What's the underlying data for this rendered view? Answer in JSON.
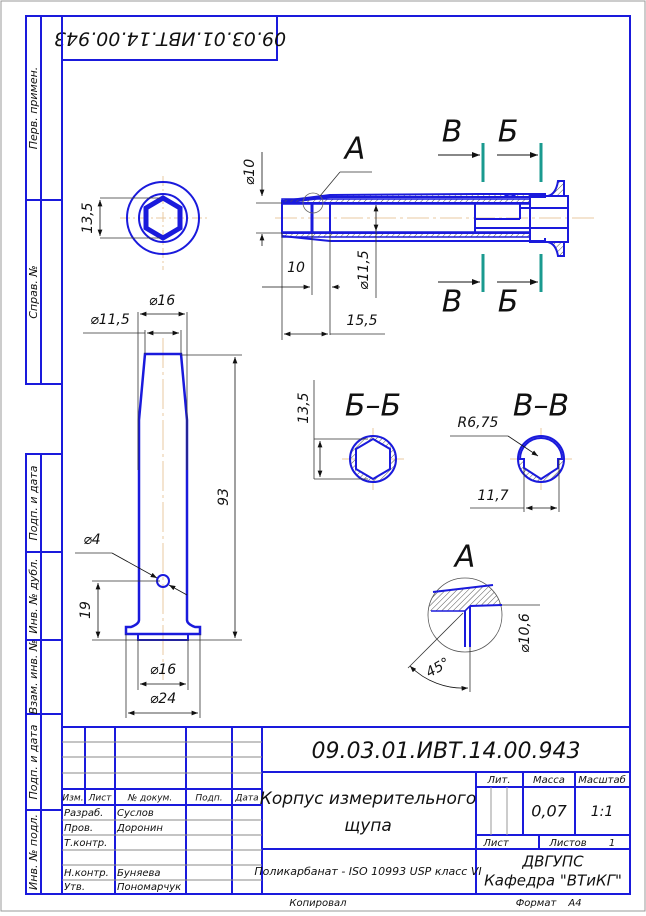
{
  "drawing": {
    "designation": "09.03.01.ИВТ.14.00.943",
    "designation_rotated": "09.03.01.ИВТ.14.00.943",
    "title_line1": "Корпус измерительного",
    "title_line2": "щупа",
    "material": "Поликарбанат - ISO 10993 USP класс VI",
    "organization_line1": "ДВГУПС",
    "organization_line2": "Кафедра \"ВТиКГ\"",
    "mass_label": "Масса",
    "mass_value": "0,07",
    "scale_label": "Масштаб",
    "scale_value": "1:1",
    "lit_label": "Лит.",
    "sheet_label": "Лист",
    "sheets_label": "Листов",
    "sheets_value": "1",
    "copied_label": "Копировал",
    "format_label": "Формат",
    "format_value": "A4"
  },
  "side_stamp": {
    "labels": [
      "Перв. примен.",
      "Справ. №",
      "Подп. и дата",
      "Инв. № дубл.",
      "Взам. инв. №",
      "Подп. и дата",
      "Инв. № подл."
    ]
  },
  "title_block": {
    "headers": [
      "Изм.",
      "Лист",
      "№ докум.",
      "Подп.",
      "Дата"
    ],
    "rows": [
      {
        "role": "Разраб.",
        "name": "Суслов"
      },
      {
        "role": "Пров.",
        "name": "Доронин"
      },
      {
        "role": "Т.контр.",
        "name": ""
      },
      {
        "role": "",
        "name": ""
      },
      {
        "role": "Н.контр.",
        "name": "Буняева"
      },
      {
        "role": "Утв.",
        "name": "Пономарчук"
      }
    ]
  },
  "views": {
    "section_marks": [
      "А",
      "В",
      "Б",
      "В",
      "Б"
    ],
    "section_bb_title": "Б–Б",
    "section_vv_title": "В–В",
    "detail_a_title": "А"
  },
  "dimensions": {
    "top_view_hex": "13,5",
    "main_d10": "⌀10",
    "main_10": "10",
    "main_d115": "⌀11,5",
    "main_155": "15,5",
    "front_d16_top": "⌀16",
    "front_d115": "⌀11,5",
    "front_93": "93",
    "front_d4": "⌀4",
    "front_19": "19",
    "front_d16_bottom": "⌀16",
    "front_d24": "⌀24",
    "bb_135": "13,5",
    "vv_r": "R6,75",
    "vv_117": "11,7",
    "a_d106": "⌀10,6",
    "a_angle": "45°"
  },
  "colors": {
    "frame": "#1a1adc",
    "dim": "#222222",
    "axis": "#e8c9a0",
    "cut": "#1a9a8f"
  }
}
